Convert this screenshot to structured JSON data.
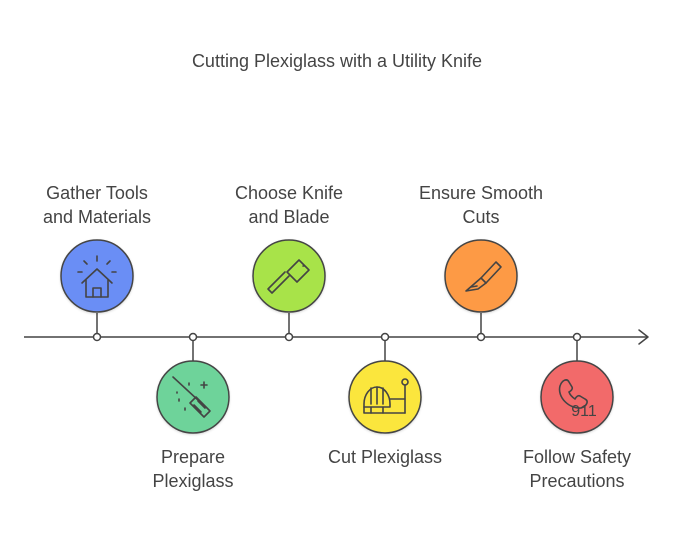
{
  "title": "Cutting Plexiglass with a Utility Knife",
  "steps": [
    {
      "line1": "Gather Tools",
      "line2": "and Materials",
      "icon": "house-icon",
      "color": "#6b8ef5",
      "position": "above"
    },
    {
      "line1": "Prepare",
      "line2": "Plexiglass",
      "icon": "broom-icon",
      "color": "#6ed39a",
      "position": "below"
    },
    {
      "line1": "Choose Knife",
      "line2": "and Blade",
      "icon": "cleaver-icon",
      "color": "#a8e34a",
      "position": "above"
    },
    {
      "line1": "Cut Plexiglass",
      "line2": "",
      "icon": "cutting-machine-icon",
      "color": "#fbe63c",
      "position": "below"
    },
    {
      "line1": "Ensure Smooth",
      "line2": "Cuts",
      "icon": "utility-knife-icon",
      "color": "#fd9a45",
      "position": "above"
    },
    {
      "line1": "Follow Safety",
      "line2": "Precautions",
      "icon": "phone-911-icon",
      "color": "#f26b6b",
      "position": "below",
      "icon_text": "911"
    }
  ],
  "colors": {
    "line": "#444444",
    "text": "#444444"
  }
}
